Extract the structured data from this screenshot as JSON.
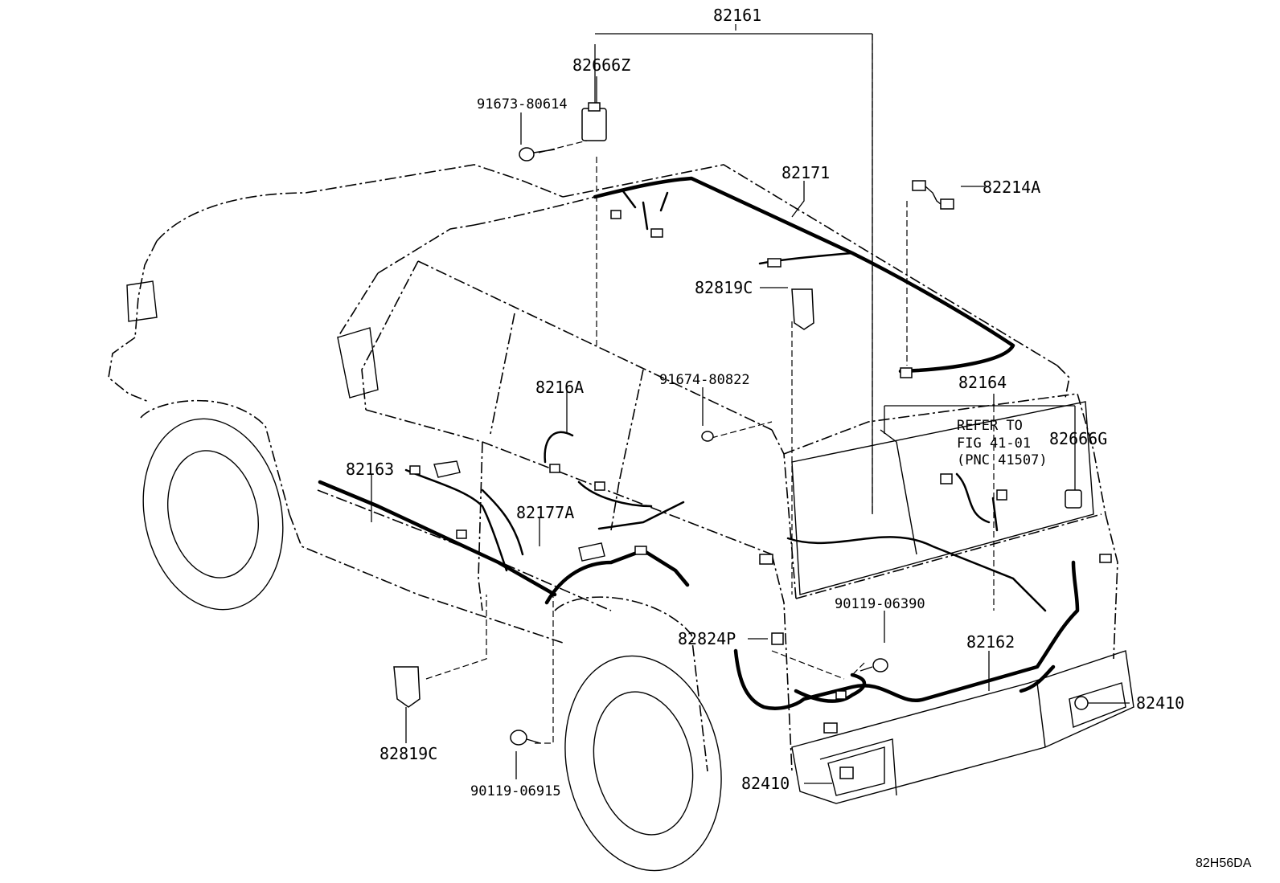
{
  "diagram": {
    "callouts": {
      "p82161": "82161",
      "p82666Z": "82666Z",
      "p91673_80614": "91673-80614",
      "p82171": "82171",
      "p82214A": "82214A",
      "p82819C_top": "82819C",
      "p82164": "82164",
      "p91674_80822": "91674-80822",
      "p8216A": "8216A",
      "p82666G": "82666G",
      "p82163": "82163",
      "p82177A": "82177A",
      "p90119_06390": "90119-06390",
      "p82824P": "82824P",
      "p82162": "82162",
      "p82410_right": "82410",
      "p82819C_bottom": "82819C",
      "p82410_bottom": "82410",
      "p90119_06915": "90119-06915"
    },
    "refer_note": {
      "line1": "REFER TO",
      "line2": "FIG 41-01",
      "line3": "(PNC 41507)"
    },
    "figure_code": "82H56DA"
  }
}
